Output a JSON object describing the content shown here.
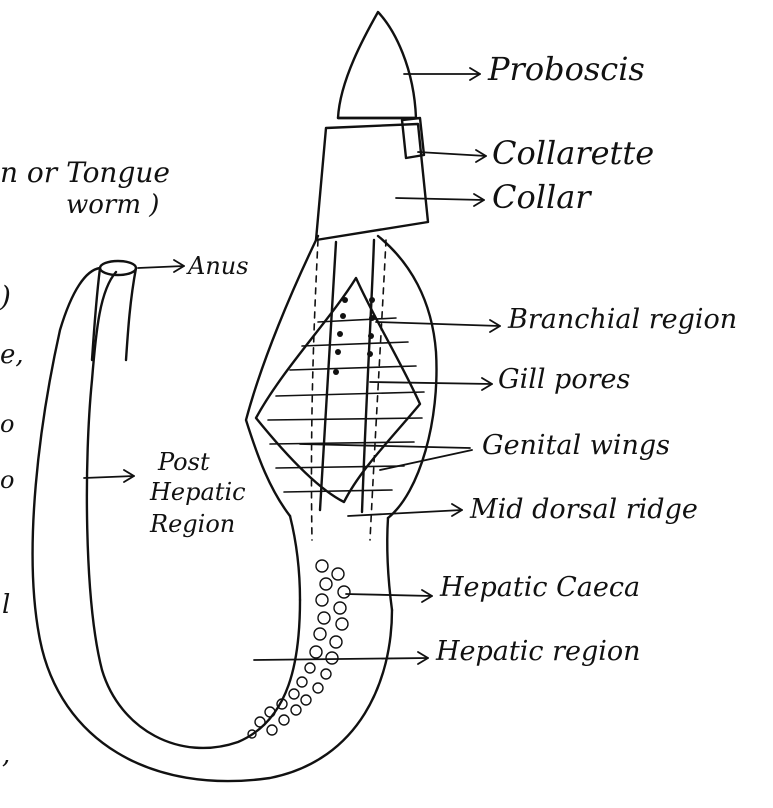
{
  "labels": {
    "proboscis": "Proboscis",
    "collarette": "Collarette",
    "collar": "Collar",
    "anus": "Anus",
    "branchial_region": "Branchial region",
    "gill_pores": "Gill pores",
    "genital_wings": "Genital wings",
    "post_hepatic_region": [
      "Post",
      "Hepatic",
      "Region"
    ],
    "mid_dorsal_ridge": "Mid dorsal ridge",
    "hepatic_caeca": "Hepatic Caeca",
    "hepatic_region": "Hepatic region"
  },
  "left_margin_fragments": {
    "line1": "n or Tongue",
    "line2": "worm )",
    "frag3": ")",
    "frag4": "e,",
    "frag5": "o",
    "frag6": "o",
    "frag7": "l",
    "frag8": ","
  },
  "colors": {
    "ink": "#111111",
    "background": "#ffffff"
  }
}
